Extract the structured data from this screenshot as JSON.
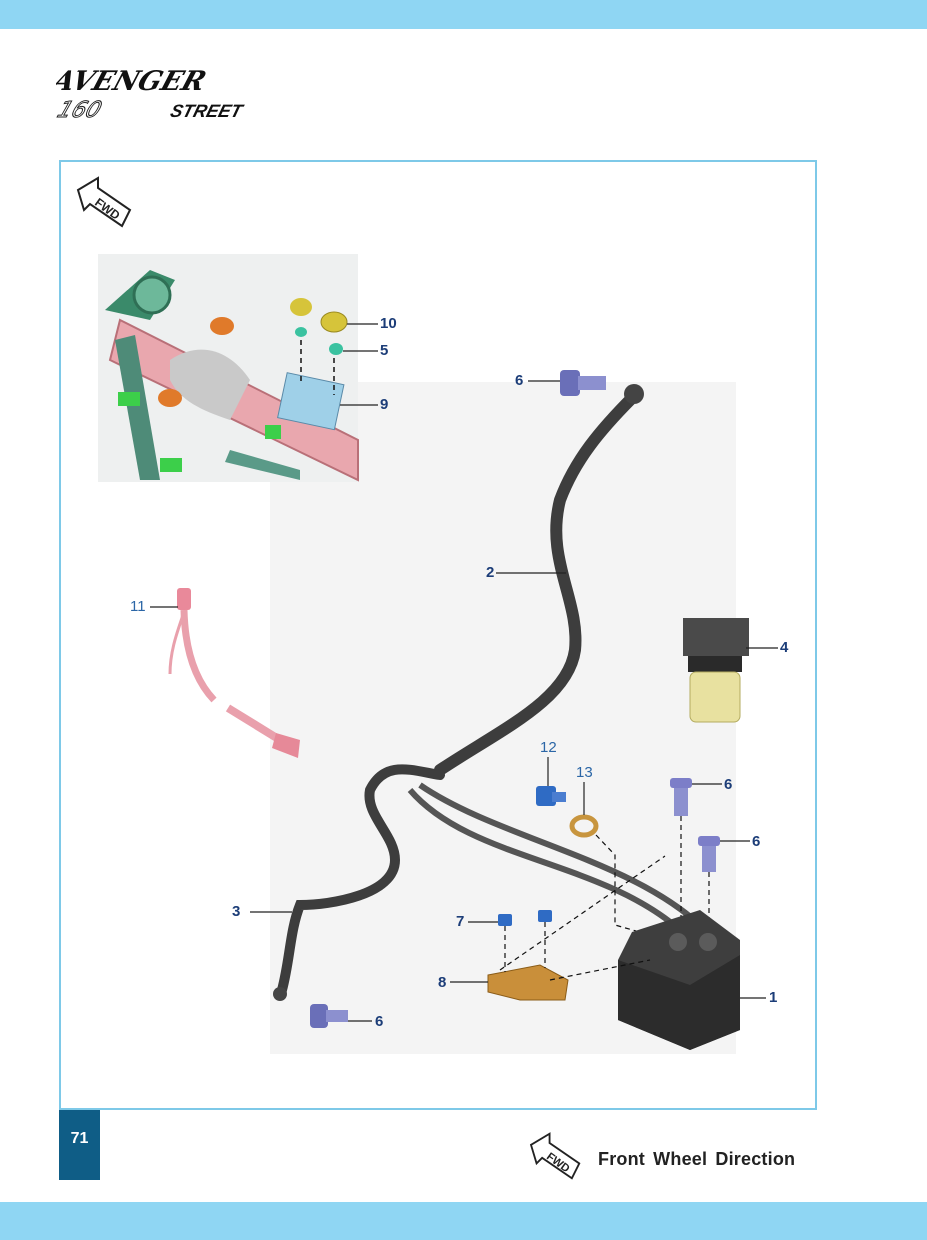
{
  "header": {
    "brand_line1": "AVENGER",
    "brand_line2_num": "160",
    "brand_line2_word": "STREET"
  },
  "diagram": {
    "fwd_badge": "FWD",
    "callouts": {
      "c10": "10",
      "c5": "5",
      "c9": "9",
      "c6a": "6",
      "c2": "2",
      "c11": "11",
      "c4": "4",
      "c12": "12",
      "c13": "13",
      "c6b": "6",
      "c6c": "6",
      "c7": "7",
      "c3": "3",
      "c8": "8",
      "c1": "1",
      "c6d": "6"
    }
  },
  "footer": {
    "page_number": "71",
    "legend_badge": "FWD",
    "legend_text": "Front Wheel Direction"
  },
  "colors": {
    "band": "#8fd6f3",
    "frame": "#7ec9e8",
    "page_tab": "#0f5d86",
    "callout": "#1c3d78"
  }
}
